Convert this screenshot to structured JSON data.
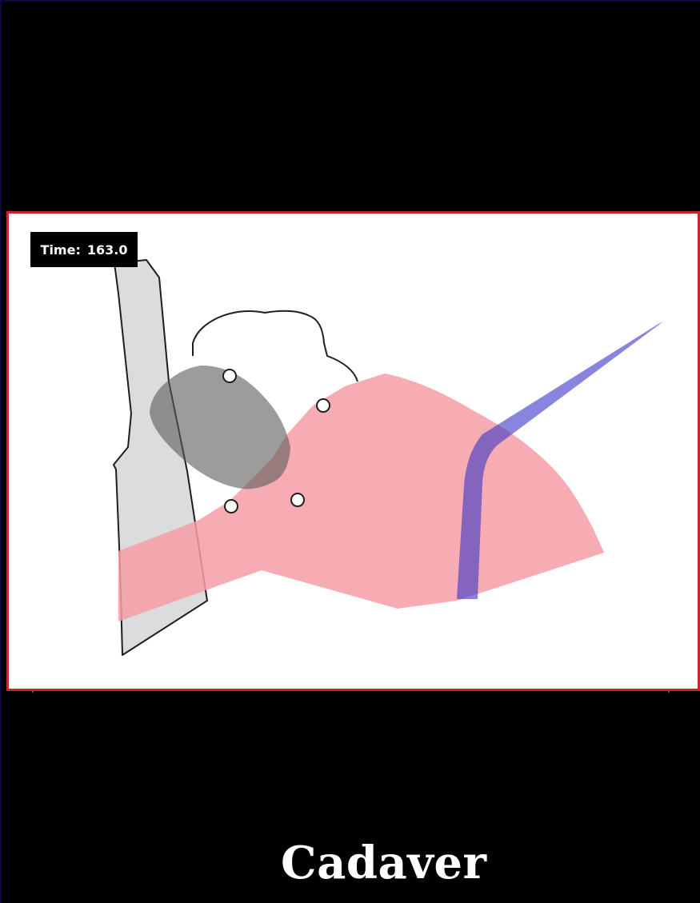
{
  "time_overlay": {
    "label": "Time:",
    "value": "163.0"
  },
  "caption": "Cadaver",
  "colors": {
    "background": "#000000",
    "frame_border": "#c8262c",
    "viewport_background": "#ffffff",
    "soft_tissue_pink": "#f5a3a8",
    "bone_gray": "#d9d9dc",
    "dark_gray_mass": "#6e6e6e",
    "vessel_blue": "#3b34c9",
    "outline": "#1e1e1e",
    "marker_fill": "#ffffff"
  }
}
